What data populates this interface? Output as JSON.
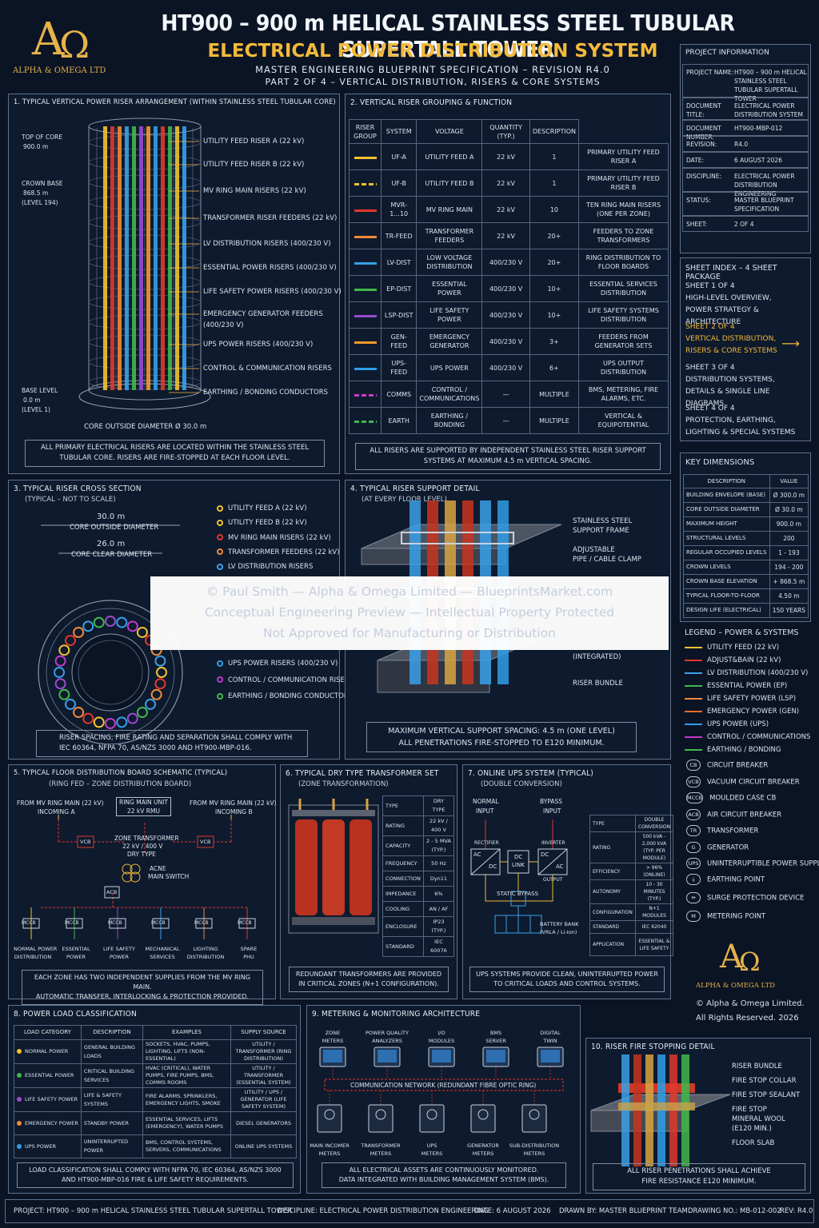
{
  "header": {
    "title": "HT900 – 900 m HELICAL STAINLESS STEEL TUBULAR SUPERTALL TOWER",
    "subtitle": "ELECTRICAL POWER DISTRIBUTION SYSTEM",
    "line3": "MASTER ENGINEERING BLUEPRINT SPECIFICATION – REVISION R4.0",
    "line4": "PART 2 OF 4 – VERTICAL DISTRIBUTION, RISERS & CORE SYSTEMS",
    "logo_text": "ALPHA & OMEGA LTD"
  },
  "project_info": {
    "heading": "PROJECT INFORMATION",
    "rows": [
      {
        "k": "PROJECT NAME:",
        "v": "HT900 – 900 m HELICAL STAINLESS STEEL TUBULAR SUPERTALL TOWER"
      },
      {
        "k": "DOCUMENT TITLE:",
        "v": "ELECTRICAL POWER DISTRIBUTION SYSTEM"
      },
      {
        "k": "DOCUMENT NUMBER:",
        "v": "HT900-MBP-012"
      },
      {
        "k": "REVISION:",
        "v": "R4.0"
      },
      {
        "k": "DATE:",
        "v": "6 AUGUST 2026"
      },
      {
        "k": "DISCIPLINE:",
        "v": "ELECTRICAL POWER DISTRIBUTION ENGINEERING"
      },
      {
        "k": "STATUS:",
        "v": "MASTER BLUEPRINT SPECIFICATION"
      },
      {
        "k": "SHEET:",
        "v": "2 OF 4"
      }
    ]
  },
  "sheet_index": {
    "heading": "SHEET INDEX – 4 SHEET PACKAGE",
    "items": [
      {
        "l1": "SHEET 1 OF 4",
        "l2": "HIGH-LEVEL OVERVIEW,",
        "l3": "POWER STRATEGY & ARCHITECTURE"
      },
      {
        "l1": "SHEET 2 OF 4",
        "l2": "VERTICAL DISTRIBUTION,",
        "l3": "RISERS & CORE SYSTEMS"
      },
      {
        "l1": "SHEET 3 OF 4",
        "l2": "DISTRIBUTION SYSTEMS,",
        "l3": "DETAILS & SINGLE LINE DIAGRAMS"
      },
      {
        "l1": "SHEET 4 OF 4",
        "l2": "PROTECTION, EARTHING,",
        "l3": "LIGHTING & SPECIAL SYSTEMS"
      }
    ]
  },
  "key_dimensions": {
    "heading": "KEY DIMENSIONS",
    "col1": "DESCRIPTION",
    "col2": "VALUE",
    "rows": [
      [
        "BUILDING ENVELOPE (BASE)",
        "Ø 300.0 m"
      ],
      [
        "CORE OUTSIDE DIAMETER",
        "Ø 30.0 m"
      ],
      [
        "MAXIMUM HEIGHT",
        "900.0 m"
      ],
      [
        "STRUCTURAL LEVELS",
        "200"
      ],
      [
        "REGULAR OCCUPIED LEVELS",
        "1 - 193"
      ],
      [
        "CROWN LEVELS",
        "194 - 200"
      ],
      [
        "CROWN BASE ELEVATION",
        "+ 868.5 m"
      ],
      [
        "TYPICAL FLOOR-TO-FLOOR",
        "4.50 m"
      ],
      [
        "DESIGN LIFE (ELECTRICAL)",
        "150 YEARS"
      ]
    ]
  },
  "legend": {
    "heading": "LEGEND – POWER & SYSTEMS",
    "lines": [
      {
        "label": "UTILITY FEED (22 kV)",
        "color": "#f2c230"
      },
      {
        "label": "ADJUST&BAIN (22 kV)",
        "color": "#e0382e"
      },
      {
        "label": "LV DISTRIBUTION (400/230 V)",
        "color": "#3aa0e8"
      },
      {
        "label": "ESSENTIAL POWER (EP)",
        "color": "#3fb84a"
      },
      {
        "label": "LIFE SAFETY POWER (LSP)",
        "color": "#f08a3a"
      },
      {
        "label": "EMERGENCY POWER (GEN)",
        "color": "#f26a2a"
      },
      {
        "label": "UPS POWER (UPS)",
        "color": "#2f9ee8"
      },
      {
        "label": "CONTROL / COMMUNICATIONS",
        "color": "#c03ac8"
      },
      {
        "label": "EARTHING / BONDING",
        "color": "#3fb84a"
      }
    ],
    "symbols": [
      {
        "s": "CB",
        "label": "CIRCUIT BREAKER"
      },
      {
        "s": "VCB",
        "label": "VACUUM CIRCUIT BREAKER"
      },
      {
        "s": "MCCB",
        "label": "MOULDED CASE CB"
      },
      {
        "s": "ACB",
        "label": "AIR CIRCUIT BREAKER"
      },
      {
        "s": "TR",
        "label": "TRANSFORMER"
      },
      {
        "s": "G",
        "label": "GENERATOR"
      },
      {
        "s": "UPS",
        "label": "UNINTERRUPTIBLE POWER SUPPLY"
      },
      {
        "s": "⏚",
        "label": "EARTHING POINT"
      },
      {
        "s": "⏛",
        "label": "SURGE PROTECTION DEVICE"
      },
      {
        "s": "M",
        "label": "METERING POINT"
      }
    ],
    "copyright1": "© Alpha & Omega Limited.",
    "copyright2": "All Rights Reserved. 2026"
  },
  "s1": {
    "title": "1. TYPICAL VERTICAL POWER RISER ARRANGEMENT (WITHIN STAINLESS STEEL TUBULAR CORE)",
    "top": "TOP OF CORE",
    "top_v": "900.0 m",
    "crown": "CROWN BASE",
    "crown_v": "868.5 m",
    "crown_l": "(LEVEL 194)",
    "base": "BASE LEVEL",
    "base_v": "0.0 m",
    "base_l": "(LEVEL 1)",
    "diameter": "CORE OUTSIDE DIAMETER Ø 30.0 m",
    "labels": [
      "UTILITY FEED RISER A (22 kV)",
      "UTILITY FEED RISER B (22 kV)",
      "MV RING MAIN RISERS (22 kV)",
      "TRANSFORMER RISER FEEDERS (22 kV)",
      "LV DISTRIBUTION RISERS (400/230 V)",
      "ESSENTIAL POWER RISERS (400/230 V)",
      "LIFE SAFETY POWER RISERS (400/230 V)",
      "EMERGENCY GENERATOR FEEDERS",
      "(400/230 V)",
      "UPS POWER RISERS (400/230 V)",
      "CONTROL & COMMUNICATION RISERS",
      "EARTHING / BONDING CONDUCTORS"
    ],
    "note1": "ALL PRIMARY ELECTRICAL RISERS ARE LOCATED WITHIN THE STAINLESS STEEL",
    "note2": "TUBULAR CORE. RISERS ARE FIRE-STOPPED AT EACH FLOOR LEVEL."
  },
  "s2": {
    "title": "2. VERTICAL RISER GROUPING & FUNCTION",
    "headers": [
      "RISER GROUP",
      "SYSTEM",
      "VOLTAGE",
      "QUANTITY (TYP.)",
      "DESCRIPTION"
    ],
    "rows": [
      {
        "c": "#f2c230",
        "dash": false,
        "g": "UF-A",
        "s": "UTILITY FEED A",
        "v": "22 kV",
        "q": "1",
        "d": "PRIMARY UTILITY FEED RISER A"
      },
      {
        "c": "#f2c230",
        "dash": true,
        "g": "UF-B",
        "s": "UTILITY FEED B",
        "v": "22 kV",
        "q": "1",
        "d": "PRIMARY UTILITY FEED RISER B"
      },
      {
        "c": "#e0382e",
        "dash": false,
        "g": "MVR-1...10",
        "s": "MV RING MAIN",
        "v": "22 kV",
        "q": "10",
        "d": "TEN RING MAIN RISERS (ONE PER ZONE)"
      },
      {
        "c": "#f08a3a",
        "dash": false,
        "g": "TR-FEED",
        "s": "TRANSFORMER FEEDERS",
        "v": "22 kV",
        "q": "20+",
        "d": "FEEDERS TO ZONE TRANSFORMERS"
      },
      {
        "c": "#3aa0e8",
        "dash": false,
        "g": "LV-DIST",
        "s": "LOW VOLTAGE DISTRIBUTION",
        "v": "400/230 V",
        "q": "20+",
        "d": "RING DISTRIBUTION TO FLOOR BOARDS"
      },
      {
        "c": "#3fb84a",
        "dash": false,
        "g": "EP-DIST",
        "s": "ESSENTIAL POWER",
        "v": "400/230 V",
        "q": "10+",
        "d": "ESSENTIAL SERVICES DISTRIBUTION"
      },
      {
        "c": "#9a4ad0",
        "dash": false,
        "g": "LSP-DIST",
        "s": "LIFE SAFETY POWER",
        "v": "400/230 V",
        "q": "10+",
        "d": "LIFE SAFETY SYSTEMS DISTRIBUTION"
      },
      {
        "c": "#f29a2a",
        "dash": false,
        "g": "GEN-FEED",
        "s": "EMERGENCY GENERATOR",
        "v": "400/230 V",
        "q": "3+",
        "d": "FEEDERS FROM GENERATOR SETS"
      },
      {
        "c": "#2f9ee8",
        "dash": false,
        "g": "UPS-FEED",
        "s": "UPS POWER",
        "v": "400/230 V",
        "q": "6+",
        "d": "UPS OUTPUT DISTRIBUTION"
      },
      {
        "c": "#d03ac8",
        "dash": true,
        "g": "COMMS",
        "s": "CONTROL / COMMUNICATIONS",
        "v": "—",
        "q": "MULTIPLE",
        "d": "BMS, METERING, FIRE ALARMS, ETC."
      },
      {
        "c": "#3fb84a",
        "dash": true,
        "g": "EARTH",
        "s": "EARTHING / BONDING",
        "v": "—",
        "q": "MULTIPLE",
        "d": "VERTICAL & EQUIPOTENTIAL"
      }
    ],
    "note1": "ALL RISERS ARE SUPPORTED BY INDEPENDENT STAINLESS STEEL RISER SUPPORT",
    "note2": "SYSTEMS AT MAXIMUM 4.5 m VERTICAL SPACING."
  },
  "s3": {
    "title": "3. TYPICAL RISER CROSS SECTION",
    "sub": "(TYPICAL – NOT TO SCALE)",
    "od": "30.0 m",
    "od_l": "CORE OUTSIDE DIAMETER",
    "cd": "26.0 m",
    "cd_l": "CORE CLEAR DIAMETER",
    "legend": [
      {
        "label": "UTILITY FEED A (22 kV)",
        "c": "#f2c230"
      },
      {
        "label": "UTILITY FEED B (22 kV)",
        "c": "#f2c230"
      },
      {
        "label": "MV RING MAIN RISERS (22 kV)",
        "c": "#e0382e"
      },
      {
        "label": "TRANSFORMER FEEDERS (22 kV)",
        "c": "#f08a3a"
      },
      {
        "label": "LV DISTRIBUTION RISERS",
        "c": "#3aa0e8"
      }
    ],
    "legend2": [
      {
        "label": "UPS POWER RISERS (400/230 V)",
        "c": "#2f9ee8"
      },
      {
        "label": "CONTROL / COMMUNICATION RISERS",
        "c": "#c03ac8"
      },
      {
        "label": "EARTHING / BONDING CONDUCTORS",
        "c": "#3fb84a"
      }
    ],
    "note1": "RISER SPACING, FIRE RATING AND SEPARATION SHALL COMPLY WITH",
    "note2": "IEC 60364, NFPA 70, AS/NZS 3000 AND HT900-MBP-016."
  },
  "s4": {
    "title": "4. TYPICAL RISER SUPPORT DETAIL",
    "sub": "(AT EVERY FLOOR LEVEL)",
    "l1": "STAINLESS STEEL",
    "l1b": "SUPPORT FRAME",
    "l2": "ADJUSTABLE",
    "l2b": "PIPE / CABLE CLAMP",
    "l3": "(INTEGRATED)",
    "l4": "RISER BUNDLE",
    "note1": "MAXIMUM VERTICAL SUPPORT SPACING: 4.5 m (ONE LEVEL)",
    "note2": "ALL PENETRATIONS FIRE-STOPPED TO E120 MINIMUM."
  },
  "watermark": {
    "l1": "© Paul Smith — Alpha & Omega Limited — BlueprintsMarket.com",
    "l2": "Conceptual Engineering Preview — Intellectual Property Protected",
    "l3": "Not Approved for Manufacturing or Distribution"
  },
  "s5": {
    "title": "5. TYPICAL FLOOR DISTRIBUTION BOARD SCHEMATIC (TYPICAL)",
    "sub": "(RING FED – ZONE DISTRIBUTION BOARD)",
    "inA": "FROM MV RING MAIN (22 kV)",
    "inA2": "INCOMING A",
    "rmu": "RING MAIN UNIT",
    "rmu2": "22 kV RMU",
    "inB": "FROM MV RING MAIN (22 kV)",
    "inB2": "INCOMING B",
    "vcb": "VCB",
    "tr1": "ZONE TRANSFORMER",
    "tr2": "22 kV / 400 V",
    "tr3": "DRY TYPE",
    "acb": "ACB",
    "acb_l1": "ACNE",
    "acb_l2": "MAIN SWITCH",
    "mccb": "MCCB",
    "outs": [
      [
        "NORMAL POWER",
        "DISTRIBUTION"
      ],
      [
        "ESSENTIAL",
        "POWER"
      ],
      [
        "LIFE SAFETY",
        "POWER"
      ],
      [
        "MECHANICAL",
        "SERVICES"
      ],
      [
        "LIGHTING",
        "DISTRIBUTION"
      ],
      [
        "SPARE",
        "PHU"
      ]
    ],
    "note1": "EACH ZONE HAS TWO INDEPENDENT SUPPLIES FROM THE MV RING MAIN.",
    "note2": "AUTOMATIC TRANSFER, INTERLOCKING & PROTECTION PROVIDED."
  },
  "s6": {
    "title": "6. TYPICAL DRY TYPE TRANSFORMER SET",
    "sub": "(ZONE TRANSFORMATION)",
    "rows": [
      [
        "TYPE",
        "DRY TYPE"
      ],
      [
        "RATING",
        "22 kV / 400 V"
      ],
      [
        "CAPACITY",
        "2 - 5 MVA (TYP.)"
      ],
      [
        "FREQUENCY",
        "50 Hz"
      ],
      [
        "CONNECTION",
        "Dyn11"
      ],
      [
        "IMPEDANCE",
        "6%"
      ],
      [
        "COOLING",
        "AN / AF"
      ],
      [
        "ENCLOSURE",
        "IP23 (TYP.)"
      ],
      [
        "STANDARD",
        "IEC 60076"
      ]
    ],
    "note1": "REDUNDANT TRANSFORMERS ARE PROVIDED",
    "note2": "IN CRITICAL ZONES (N+1 CONFIGURATION)."
  },
  "s7": {
    "title": "7. ONLINE UPS SYSTEM (TYPICAL)",
    "sub": "(DOUBLE CONVERSION)",
    "normal": "NORMAL",
    "normal2": "INPUT",
    "bypass": "BYPASS",
    "bypass2": "INPUT",
    "rect": "RECTIFIER",
    "ac": "AC",
    "dc": "DC",
    "dclink": "DC",
    "dclink2": "LINK",
    "inv": "INVERTER",
    "output": "OUTPUT",
    "static": "STATIC BYPASS",
    "batt": "BATTERY BANK",
    "batt2": "(VRLA / Li-Ion)",
    "rows": [
      [
        "TYPE",
        "DOUBLE CONVERSION"
      ],
      [
        "RATING",
        "500 kVA - 2,000 kVA (TYP. PER MODULE)"
      ],
      [
        "EFFICIENCY",
        "> 96% (ONLINE)"
      ],
      [
        "AUTONOMY",
        "10 - 30 MINUTES (TYP.)"
      ],
      [
        "CONFIGURATION",
        "N+1 MODULES"
      ],
      [
        "STANDARD",
        "IEC 62040"
      ],
      [
        "APPLICATION",
        "ESSENTIAL & LIFE SAFETY"
      ]
    ],
    "note1": "UPS SYSTEMS PROVIDE CLEAN, UNINTERRUPTED POWER",
    "note2": "TO CRITICAL LOADS AND CONTROL SYSTEMS."
  },
  "s8": {
    "title": "8. POWER LOAD CLASSIFICATION",
    "headers": [
      "LOAD CATEGORY",
      "DESCRIPTION",
      "EXAMPLES",
      "SUPPLY SOURCE"
    ],
    "rows": [
      {
        "c": "#f2c230",
        "cat": "NORMAL POWER",
        "desc": "GENERAL BUILDING LOADS",
        "ex": "SOCKETS, HVAC, PUMPS, LIGHTING, LIFTS (NON-ESSENTIAL)",
        "src": "UTILITY / TRANSFORMER (RING DISTRIBUTION)"
      },
      {
        "c": "#3fb84a",
        "cat": "ESSENTIAL POWER",
        "desc": "CRITICAL BUILDING SERVICES",
        "ex": "HVAC (CRITICAL), WATER PUMPS, FIRE PUMPS, BMS, COMMS ROOMS",
        "src": "UTILITY / TRANSFORMER (ESSENTIAL SYSTEM)"
      },
      {
        "c": "#9a4ad0",
        "cat": "LIFE SAFETY POWER",
        "desc": "LIFE & SAFETY SYSTEMS",
        "ex": "FIRE ALARMS, SPRINKLERS, EMERGENCY LIGHTS, SMOKE",
        "src": "UTILITY / UPS / GENERATOR (LIFE SAFETY SYSTEM)"
      },
      {
        "c": "#f08a3a",
        "cat": "EMERGENCY POWER",
        "desc": "STANDBY POWER",
        "ex": "ESSENTIAL SERVICES, LIFTS (EMERGENCY), WATER PUMPS",
        "src": "DIESEL GENERATORS"
      },
      {
        "c": "#2f9ee8",
        "cat": "UPS POWER",
        "desc": "UNINTERRUPTED POWER",
        "ex": "BMS, CONTROL SYSTEMS, SERVERS, COMMUNICATIONS",
        "src": "ONLINE UPS SYSTEMS"
      }
    ],
    "note1": "LOAD CLASSIFICATION SHALL COMPLY WITH NFPA 70, IEC 60364, AS/NZS 3000",
    "note2": "AND HT900-MBP-016 FIRE & LIFE SAFETY REQUIREMENTS."
  },
  "s9": {
    "title": "9. METERING & MONITORING ARCHITECTURE",
    "top": [
      [
        "ZONE",
        "METERS"
      ],
      [
        "POWER QUALITY",
        "ANALYZERS"
      ],
      [
        "I/O",
        "MODULES"
      ],
      [
        "BMS",
        "SERVER"
      ],
      [
        "DIGITAL",
        "TWIN"
      ]
    ],
    "network": "COMMUNICATION NETWORK (REDUNDANT FIBRE OPTIC RING)",
    "bottom": [
      [
        "MAIN INCOMER",
        "METERS"
      ],
      [
        "TRANSFORMER",
        "METERS"
      ],
      [
        "UPS",
        "METERS"
      ],
      [
        "GENERATOR",
        "METERS"
      ],
      [
        "SUB-DISTRIBUTION",
        "METERS"
      ]
    ],
    "note1": "ALL ELECTRICAL ASSETS ARE CONTINUOUSLY MONITORED.",
    "note2": "DATA INTEGRATED WITH BUILDING MANAGEMENT SYSTEM (BMS)."
  },
  "s10": {
    "title": "10. RISER FIRE STOPPING DETAIL",
    "labels": [
      "RISER BUNDLE",
      "FIRE STOP COLLAR",
      "FIRE STOP SEALANT",
      "FIRE STOP",
      "MINERAL WOOL",
      "(E120 MIN.)",
      "FLOOR SLAB"
    ],
    "note1": "ALL RISER PENETRATIONS SHALL ACHIEVE",
    "note2": "FIRE RESISTANCE E120 MINIMUM."
  },
  "footer": {
    "project": "PROJECT: HT900 – 900 m HELICAL STAINLESS STEEL TUBULAR SUPERTALL TOWER",
    "discipline": "DISCIPLINE: ELECTRICAL POWER DISTRIBUTION ENGINEERING",
    "date": "DATE: 6 AUGUST 2026",
    "drawn": "DRAWN BY: MASTER BLUEPRINT TEAM",
    "drawing": "DRAWING NO.: MB-012-002",
    "rev": "REV: R4.0"
  }
}
